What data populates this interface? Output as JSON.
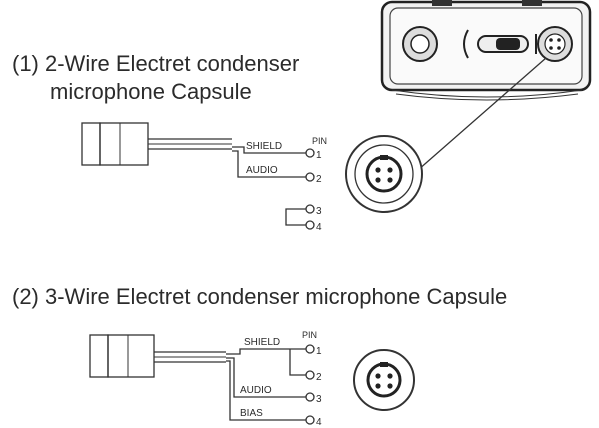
{
  "section1": {
    "title_line1": "(1)  2-Wire Electret condenser",
    "title_line2": "microphone Capsule",
    "label_shield": "SHIELD",
    "label_audio": "AUDIO",
    "label_pin": "PIN",
    "pins": [
      "1",
      "2",
      "3",
      "4"
    ]
  },
  "section2": {
    "title": "(2)  3-Wire Electret condenser microphone Capsule",
    "label_shield": "SHIELD",
    "label_audio": "AUDIO",
    "label_bias": "BIAS",
    "label_pin": "PIN",
    "pins": [
      "1",
      "2",
      "3",
      "4"
    ]
  },
  "icons": {
    "device": "bodypack-transmitter-icon",
    "capsule": "microphone-capsule-icon",
    "connector": "4-pin-connector-icon"
  },
  "colors": {
    "ink": "#2b2b2b",
    "background": "#ffffff"
  }
}
